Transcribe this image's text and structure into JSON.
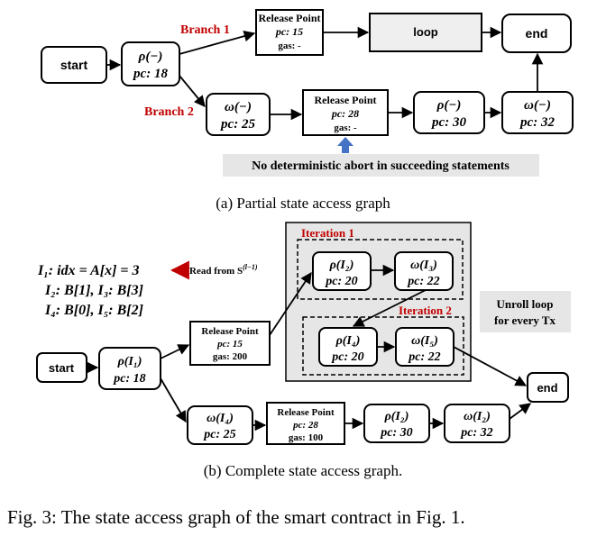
{
  "colors": {
    "branch_label": "#c00000",
    "iteration_label": "#c00000",
    "arrow_red": "#c00000",
    "up_arrow": "#4472c4",
    "note_bg": "#e7e6e6",
    "loop_bg": "#efefef",
    "iteration_region_bg": "#e7e6e6"
  },
  "graph_a": {
    "start": "start",
    "end": "end",
    "branch1": "Branch 1",
    "branch2": "Branch 2",
    "rho_top": {
      "sym": "ρ(−)",
      "pc": "pc: 18"
    },
    "release1": {
      "title": "Release Point",
      "pc": "pc: 15",
      "gas": "gas: -"
    },
    "loop": "loop",
    "omega25": {
      "sym": "ω(−)",
      "pc": "pc: 25"
    },
    "release2": {
      "title": "Release Point",
      "pc": "pc: 28",
      "gas": "gas: -"
    },
    "rho30": {
      "sym": "ρ(−)",
      "pc": "pc: 30"
    },
    "omega32": {
      "sym": "ω(−)",
      "pc": "pc: 32"
    },
    "note": "No deterministic abort in succeeding statements",
    "caption": "(a)  Partial state access graph"
  },
  "graph_b": {
    "defs": {
      "line1": "I₁: idx = A[x] = 3",
      "read_from": "Read from S",
      "read_sup": "(l−1)",
      "line2": "I₂: B[1], I₃: B[3]",
      "line3": "I₄: B[0], I₅: B[2]"
    },
    "start": "start",
    "end": "end",
    "rho18": {
      "sym": "ρ(I₁)",
      "pc": "pc: 18"
    },
    "release_top": {
      "title": "Release Point",
      "pc": "pc: 15",
      "gas": "gas: 200"
    },
    "iteration1": "Iteration 1",
    "iteration2": "Iteration 2",
    "it1_rho": {
      "sym": "ρ(I₂)",
      "pc": "pc: 20"
    },
    "it1_omega": {
      "sym": "ω(I₃)",
      "pc": "pc: 22"
    },
    "it2_rho": {
      "sym": "ρ(I₄)",
      "pc": "pc: 20"
    },
    "it2_omega": {
      "sym": "ω(I₅)",
      "pc": "pc: 22"
    },
    "unroll_note_1": "Unroll loop",
    "unroll_note_2": "for every Tx",
    "omega25": {
      "sym": "ω(I₄)",
      "pc": "pc: 25"
    },
    "release_bottom": {
      "title": "Release Point",
      "pc": "pc: 28",
      "gas": "gas: 100"
    },
    "rho30": {
      "sym": "ρ(I₂)",
      "pc": "pc: 30"
    },
    "omega32": {
      "sym": "ω(I₂)",
      "pc": "pc: 32"
    },
    "caption": "(b)  Complete state access graph."
  },
  "figure_caption": "Fig. 3:  The state access graph of the smart contract in Fig. 1."
}
